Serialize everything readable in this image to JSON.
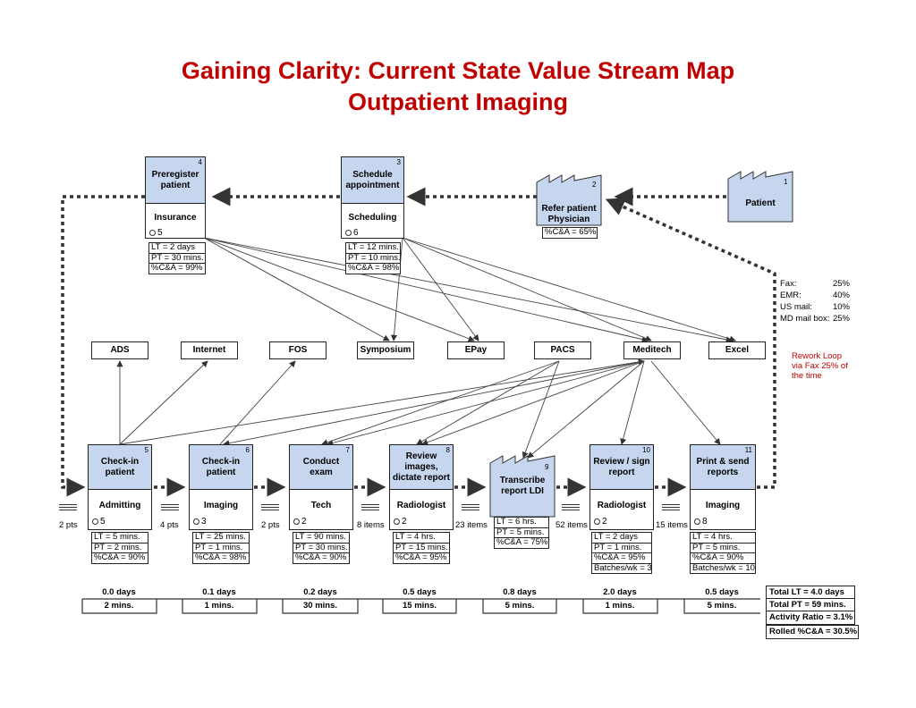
{
  "title": {
    "line1": "Gaining Clarity: Current State Value Stream Map",
    "line2": "Outpatient Imaging"
  },
  "colors": {
    "title": "#c00000",
    "process_header": "#c6d6ee",
    "rework": "#c00000"
  },
  "icons": {
    "operator": "operator-icon",
    "inventory": "inventory-icon",
    "factory": "factory-icon"
  },
  "facilities": [
    {
      "id": "patient",
      "label": "Patient",
      "number": "1"
    },
    {
      "id": "refer",
      "label": "Refer patient\nPhysician",
      "number": "2",
      "data": [
        "%C&A = 65%"
      ]
    }
  ],
  "top_processes": [
    {
      "id": "preregister",
      "title": "Preregister patient",
      "number": "4",
      "dept": "Insurance",
      "operators": "5",
      "data": [
        "LT = 2 days",
        "PT = 30 mins.",
        "%C&A = 99%"
      ]
    },
    {
      "id": "schedule",
      "title": "Schedule appointment",
      "number": "3",
      "dept": "Scheduling",
      "operators": "6",
      "data": [
        "LT = 12 mins.",
        "PT = 10 mins.",
        "%C&A = 98%"
      ]
    }
  ],
  "systems": [
    "ADS",
    "Internet",
    "FOS",
    "Symposium",
    "EPay",
    "PACS",
    "Meditech",
    "Excel"
  ],
  "channels": {
    "items": [
      {
        "label": "Fax:",
        "value": "25%"
      },
      {
        "label": "EMR:",
        "value": "40%"
      },
      {
        "label": "US mail:",
        "value": "10%"
      },
      {
        "label": "MD mail box:",
        "value": "25%"
      }
    ]
  },
  "rework_note": "Rework Loop\nvia Fax 25% of\nthe time",
  "processes": [
    {
      "id": "checkin-admit",
      "title": "Check-in patient",
      "number": "5",
      "dept": "Admitting",
      "operators": "5",
      "data": [
        "LT = 5 mins.",
        "PT = 2 mins.",
        "%C&A = 90%"
      ]
    },
    {
      "id": "checkin-img",
      "title": "Check-in patient",
      "number": "6",
      "dept": "Imaging",
      "operators": "3",
      "data": [
        "LT = 25 mins.",
        "PT = 1 mins.",
        "%C&A = 98%"
      ]
    },
    {
      "id": "conduct",
      "title": "Conduct exam",
      "number": "7",
      "dept": "Tech",
      "operators": "2",
      "data": [
        "LT = 90 mins.",
        "PT = 30 mins.",
        "%C&A = 90%"
      ]
    },
    {
      "id": "review-img",
      "title": "Review images, dictate report",
      "number": "8",
      "dept": "Radiologist",
      "operators": "2",
      "data": [
        "LT = 4 hrs.",
        "PT = 15 mins.",
        "%C&A = 95%"
      ]
    },
    {
      "id": "transcribe",
      "title": "Transcribe report LDI",
      "number": "9",
      "dept": "",
      "operators": "",
      "data": [
        "LT = 6 hrs.",
        "PT = 5 mins.",
        "%C&A = 75%"
      ]
    },
    {
      "id": "review-sign",
      "title": "Review / sign report",
      "number": "10",
      "dept": "Radiologist",
      "operators": "2",
      "data": [
        "LT = 2 days",
        "PT = 1 mins.",
        "%C&A = 95%",
        "Batches/wk = 3"
      ]
    },
    {
      "id": "print",
      "title": "Print & send reports",
      "number": "11",
      "dept": "Imaging",
      "operators": "8",
      "data": [
        "LT = 4 hrs.",
        "PT = 5 mins.",
        "%C&A = 90%",
        "Batches/wk = 10"
      ]
    }
  ],
  "inventories": [
    "2 pts",
    "4 pts",
    "2 pts",
    "8 items",
    "23 items",
    "52 items",
    "15 items"
  ],
  "timeline": [
    {
      "lt": "0.0 days",
      "pt": "2 mins."
    },
    {
      "lt": "0.1 days",
      "pt": "1 mins."
    },
    {
      "lt": "0.2 days",
      "pt": "30 mins."
    },
    {
      "lt": "0.5 days",
      "pt": "15 mins."
    },
    {
      "lt": "0.8 days",
      "pt": "5 mins."
    },
    {
      "lt": "2.0 days",
      "pt": "1 mins."
    },
    {
      "lt": "0.5 days",
      "pt": "5 mins."
    }
  ],
  "summary": {
    "total_lt": "Total LT = 4.0 days",
    "total_pt": "Total PT = 59 mins.",
    "activity_ratio": "Activity Ratio = 3.1%",
    "rolled_ca": "Rolled %C&A = 30.5%"
  }
}
